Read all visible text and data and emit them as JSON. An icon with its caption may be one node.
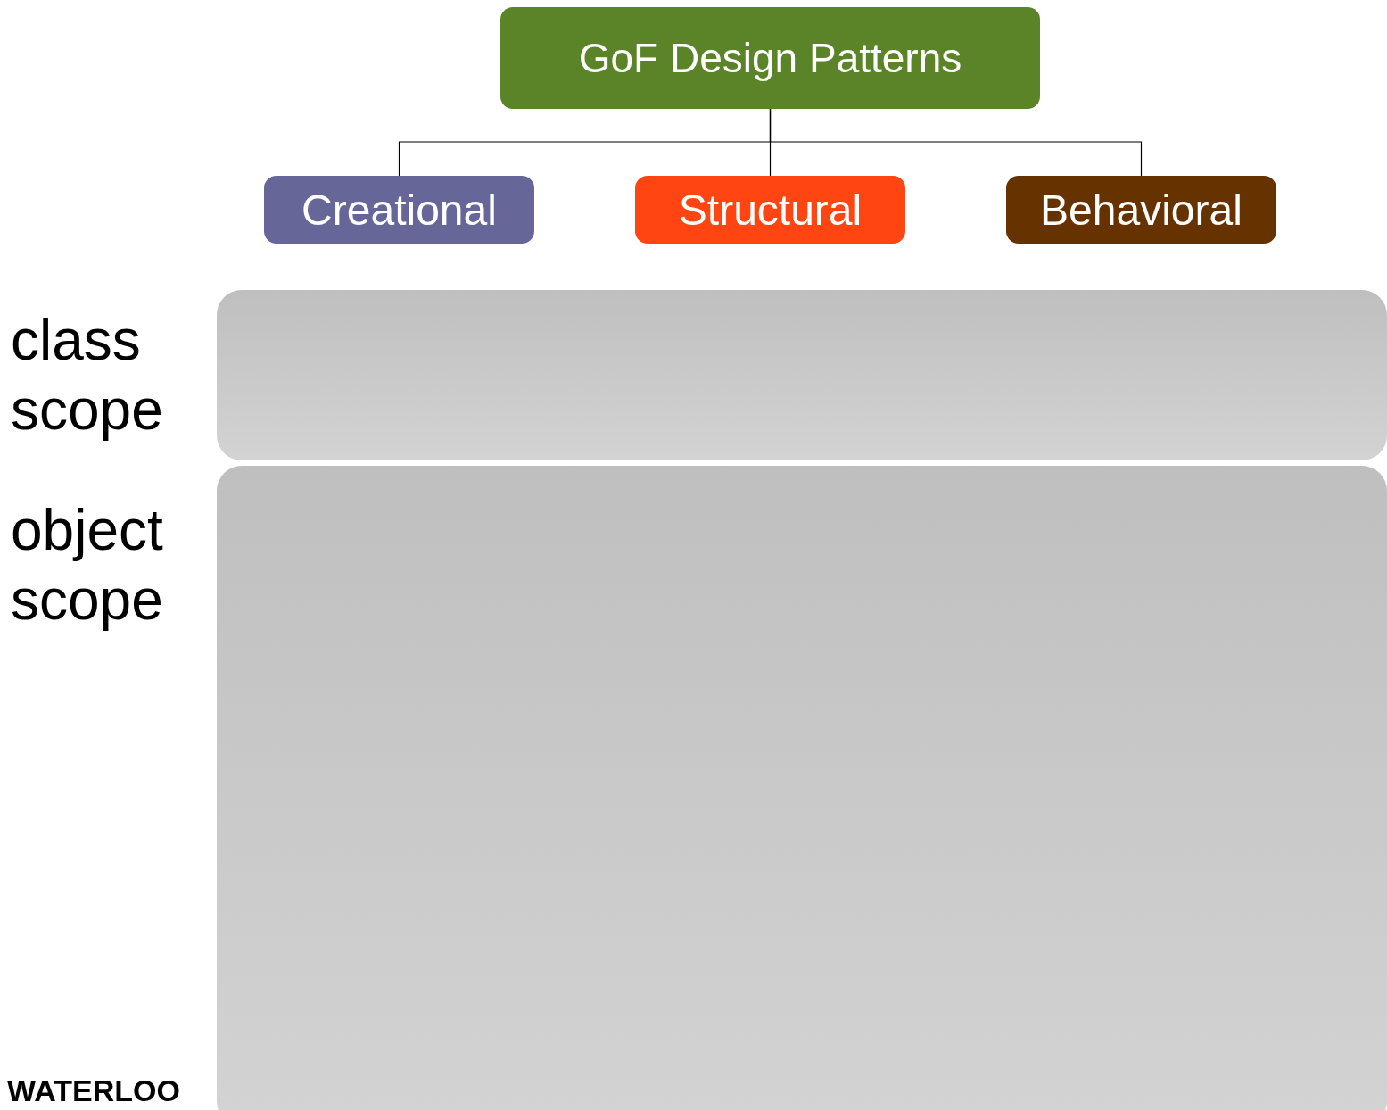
{
  "diagram": {
    "nodes": [
      {
        "text": [
          "GoF Design Patterns"
        ]
      },
      {
        "text": [
          "Creational"
        ]
      },
      {
        "text": [
          "Structural"
        ]
      },
      {
        "text": [
          "Behavioral"
        ]
      },
      {
        "text": [
          "class scope"
        ]
      },
      {
        "text": [
          "object scope"
        ]
      }
    ],
    "edges": [
      {
        "from": 0,
        "to": 1,
        "arrow": "none"
      },
      {
        "from": 0,
        "to": 2,
        "arrow": "none"
      },
      {
        "from": 0,
        "to": 3,
        "arrow": "none"
      }
    ],
    "labels": [
      "WATERLOO"
    ]
  }
}
